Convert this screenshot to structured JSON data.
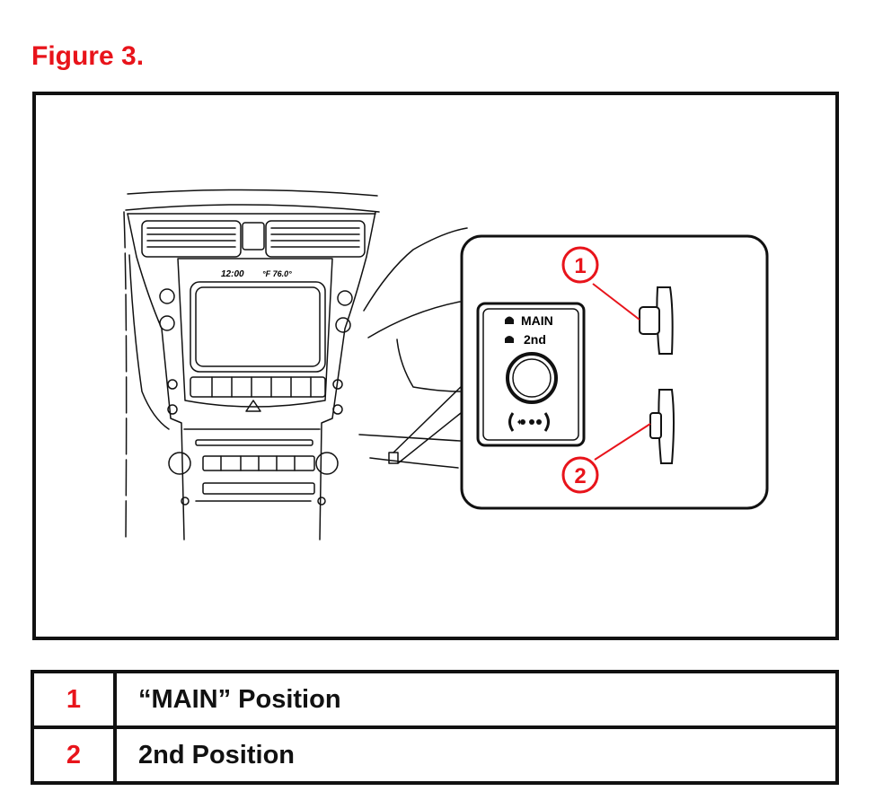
{
  "figure": {
    "title": "Figure 3."
  },
  "illustration": {
    "display_clock": "12:00",
    "display_temp": "°F 76.0°",
    "switch_label_main": "MAIN",
    "switch_label_2nd": "2nd",
    "callout_1": "1",
    "callout_2": "2"
  },
  "legend": {
    "rows": [
      {
        "number": "1",
        "description": "“MAIN” Position"
      },
      {
        "number": "2",
        "description": "2nd Position"
      }
    ]
  },
  "colors": {
    "accent_red": "#e8141b",
    "line": "#111111"
  }
}
